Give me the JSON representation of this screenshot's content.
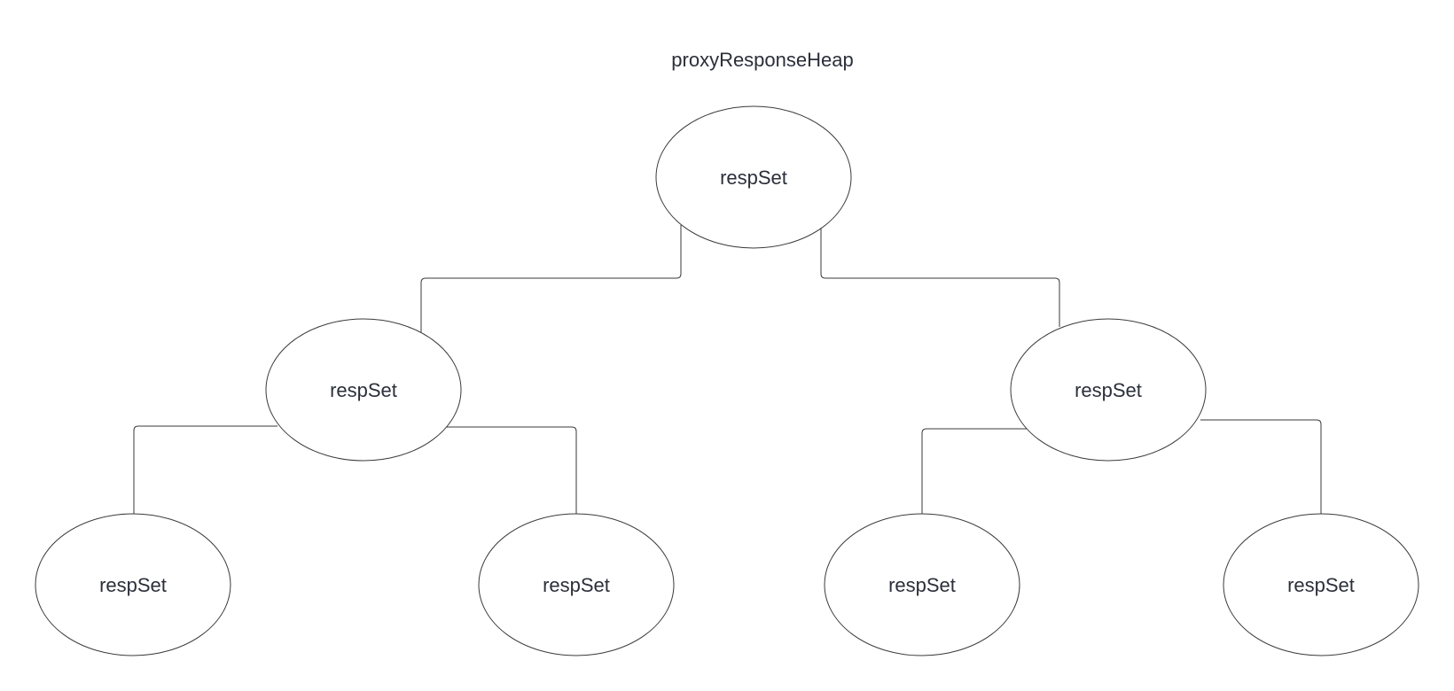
{
  "diagram": {
    "title": "proxyResponseHeap",
    "nodes": [
      {
        "id": "root",
        "label": "respSet"
      },
      {
        "id": "left",
        "label": "respSet"
      },
      {
        "id": "right",
        "label": "respSet"
      },
      {
        "id": "left-left",
        "label": "respSet"
      },
      {
        "id": "left-right",
        "label": "respSet"
      },
      {
        "id": "right-left",
        "label": "respSet"
      },
      {
        "id": "right-right",
        "label": "respSet"
      }
    ],
    "edges": [
      {
        "from": "root",
        "to": "left"
      },
      {
        "from": "root",
        "to": "right"
      },
      {
        "from": "left",
        "to": "left-left"
      },
      {
        "from": "left",
        "to": "left-right"
      },
      {
        "from": "right",
        "to": "right-left"
      },
      {
        "from": "right",
        "to": "right-right"
      }
    ]
  }
}
